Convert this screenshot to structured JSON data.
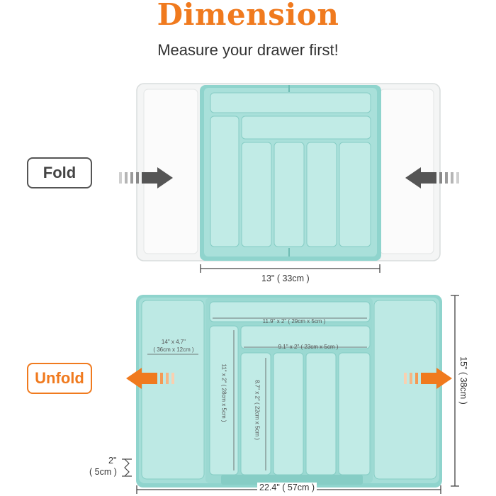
{
  "header": {
    "title": "Dimension",
    "subtitle": "Measure your drawer first!"
  },
  "fold": {
    "label": "Fold",
    "width_label": "13\" ( 33cm )"
  },
  "unfold": {
    "label": "Unfold",
    "width_label": "22.4\" ( 57cm )",
    "height_label": "15\" ( 38cm )",
    "depth_label_in": "2\"",
    "depth_label_cm": "( 5cm )",
    "compartments": {
      "side": [
        "14\" x 4.7\"",
        "( 36cm x 12cm )"
      ],
      "top_long": "11.9\" x 2\" ( 29cm x 5cm )",
      "middle_long": "9.1\" x 2\" ( 23cm x 5cm )",
      "left_column": "11\" x 2\" ( 28cm x 5cm )",
      "slot": "8.7\" x 2\" ( 22cm x 5cm )"
    }
  },
  "colors": {
    "accent": "#f07a1e",
    "tray": "#9fdcd6",
    "tray_dark": "#6fc2ba",
    "tray_inner": "#b8e7e2",
    "extension_white": "#f4f5f5",
    "arrow_gray": "#555555"
  }
}
